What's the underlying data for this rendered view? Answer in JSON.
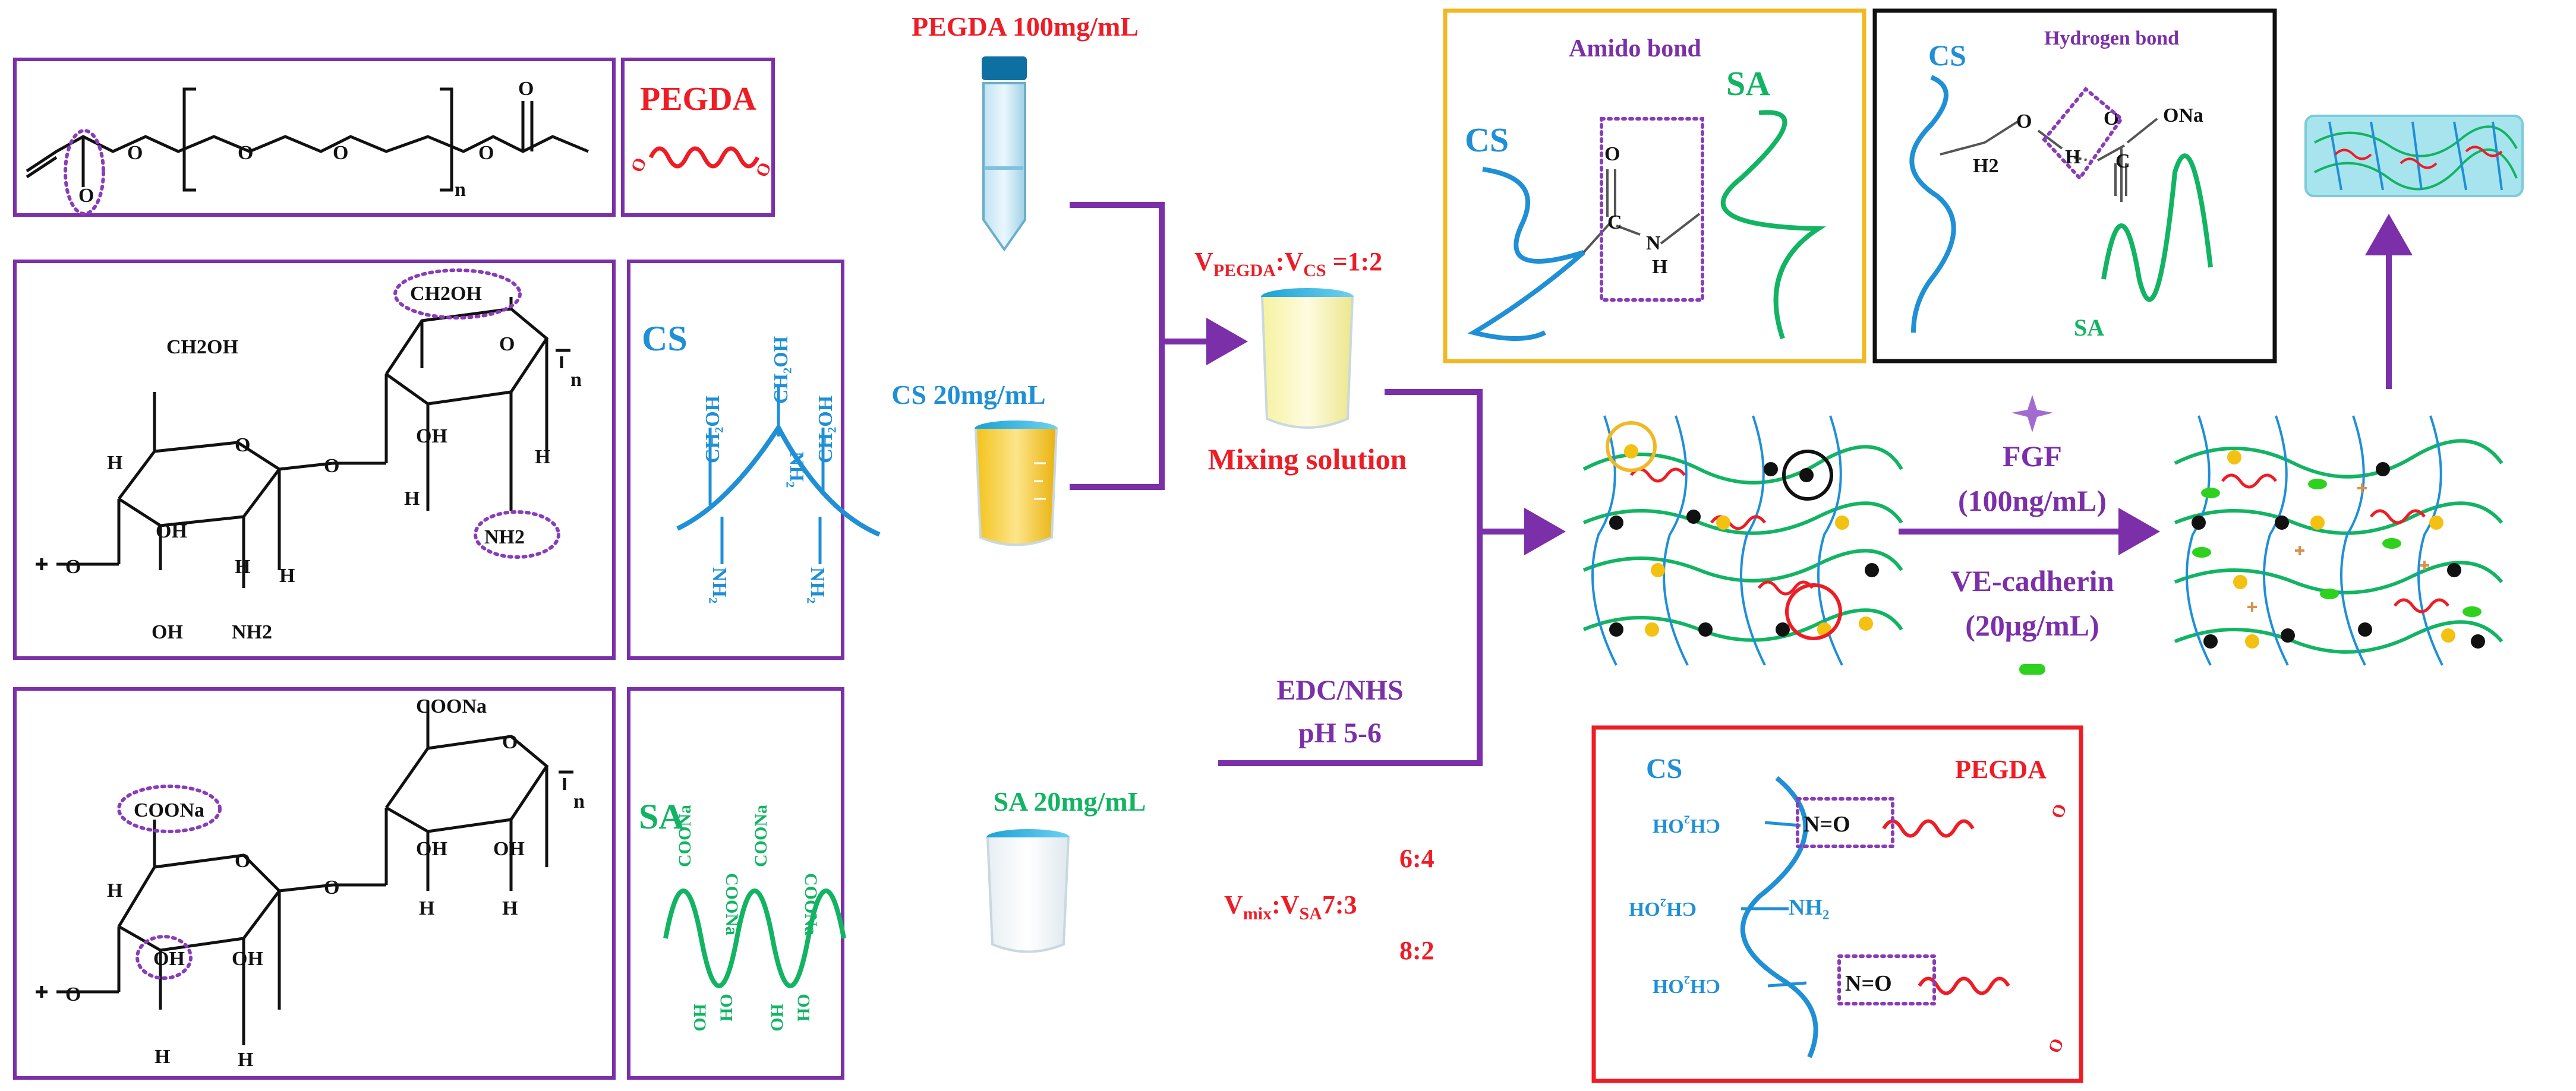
{
  "colors": {
    "purple": "#7b2fa8",
    "red": "#ee1c25",
    "blue": "#1f8fd6",
    "green": "#12b463",
    "yellow_box": "#f2b824",
    "black": "#111111",
    "dotted": "#8a3cb8"
  },
  "structures": {
    "pegda_formula_n": "n",
    "cs_groups": {
      "ch2oh_top": "CH2OH",
      "ch2oh_left": "CH2OH",
      "nh2_circled": "NH2",
      "nh2_bottom": "NH2",
      "oh": "OH",
      "h": "H",
      "o": "O",
      "n": "n"
    },
    "sa_groups": {
      "coona_top": "COONa",
      "coona_circled": "COONa",
      "oh_circled": "OH",
      "oh": "OH",
      "h": "H",
      "o": "O",
      "n": "n"
    }
  },
  "schematics": {
    "pegda": {
      "title": "PEGDA",
      "end_o": "O"
    },
    "cs": {
      "title": "CS",
      "ch2oh": "CH₂OH",
      "nh2": "NH₂"
    },
    "sa": {
      "title": "SA",
      "coona": "COONa",
      "ho": "HO"
    }
  },
  "reagents": {
    "pegda": "PEGDA 100mg/mL",
    "cs": "CS 20mg/mL",
    "sa": "SA 20mg/mL"
  },
  "process": {
    "ratio_pegda_cs": {
      "v1": "V",
      "sub1": "PEGDA",
      "colon": ":V",
      "sub2": "CS",
      "value": " =1:2"
    },
    "mixing": "Mixing solution",
    "edc": "EDC/NHS",
    "ph": "pH  5-6",
    "mix_ratio": {
      "v": "V",
      "sub1": "mix",
      "colon": ":V",
      "sub2": "SA",
      "r1": "6:4",
      "r2": "7:3",
      "r3": "8:2"
    }
  },
  "bonds": {
    "amido": {
      "title": "Amido bond",
      "cs": "CS",
      "sa": "SA",
      "o": "O",
      "c": "C",
      "n": "N",
      "h": "H"
    },
    "hydrogen": {
      "title": "Hydrogen bond",
      "cs": "CS",
      "sa": "SA",
      "o": "O",
      "h": "H",
      "h2": "H2",
      "c": "C",
      "ona": "ONa",
      "o2": "O"
    },
    "schiff": {
      "cs": "CS",
      "pegda": "PEGDA",
      "ch2oh": "CH₂OH",
      "nh2": "NH₂",
      "n_eq_o": "N=O",
      "o": "O"
    }
  },
  "growth_factors": {
    "fgf": "FGF",
    "fgf_conc": "(100ng/mL)",
    "vec": "VE-cadherin",
    "vec_conc": "(20μg/mL)"
  }
}
